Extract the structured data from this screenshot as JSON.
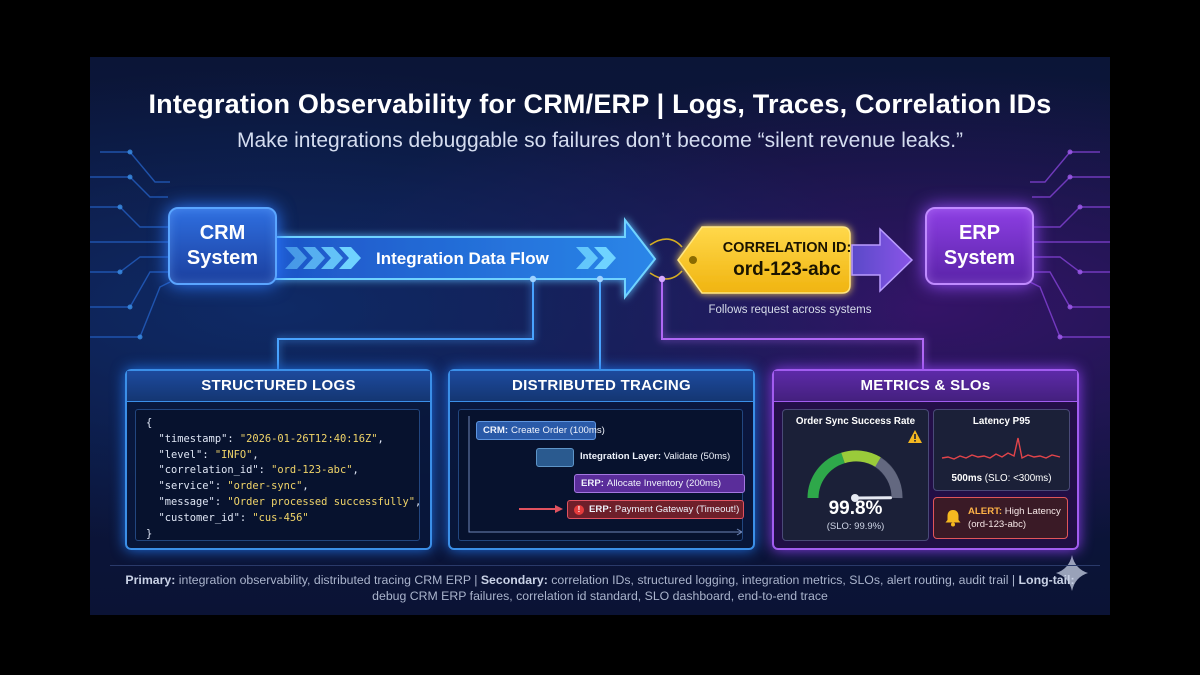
{
  "header": {
    "title": "Integration Observability for CRM/ERP | Logs, Traces, Correlation IDs",
    "subtitle": "Make integrations debuggable so failures don’t become “silent revenue leaks.”"
  },
  "flow": {
    "crm": {
      "line1": "CRM",
      "line2": "System"
    },
    "erp": {
      "line1": "ERP",
      "line2": "System"
    },
    "label": "Integration Data Flow",
    "correlation_label": "CORRELATION ID:",
    "correlation_id": "ord-123-abc",
    "follows_note": "Follows request across systems"
  },
  "logs": {
    "title": "STRUCTURED LOGS",
    "open_brace": "{",
    "close_brace": "}",
    "lines": [
      {
        "key": "\"timestamp\"",
        "value": "\"2026-01-26T12:40:16Z\"",
        "sep": ","
      },
      {
        "key": "\"level\"",
        "value": "\"INFO\"",
        "sep": ","
      },
      {
        "key": "\"correlation_id\"",
        "value": "\"ord-123-abc\"",
        "sep": ","
      },
      {
        "key": "\"service\"",
        "value": "\"order-sync\"",
        "sep": ","
      },
      {
        "key": "\"message\"",
        "value": "\"Order processed successfully\"",
        "sep": ","
      },
      {
        "key": "\"customer_id\"",
        "value": "\"cus-456\"",
        "sep": ""
      }
    ]
  },
  "tracing": {
    "title": "DISTRIBUTED TRACING",
    "spans": [
      {
        "system": "CRM:",
        "text": "Create Order (100ms)"
      },
      {
        "system": "Integration Layer:",
        "text": "Validate (50ms)"
      },
      {
        "system": "ERP:",
        "text": "Allocate Inventory (200ms)"
      },
      {
        "system": "ERP:",
        "text": "Payment Gateway (Timeout!)"
      }
    ],
    "error_mark": "!"
  },
  "metrics": {
    "title": "METRICS & SLOs",
    "success": {
      "title": "Order Sync Success Rate",
      "value": "99.8%",
      "slo": "(SLO: 99.9%)",
      "gauge_fraction": 0.998,
      "warning_icon": "warning-triangle-icon"
    },
    "latency": {
      "title": "Latency P95",
      "value": "500ms",
      "slo": "(SLO: <300ms)"
    },
    "alert": {
      "label": "ALERT:",
      "text": "High Latency",
      "id": "(ord-123-abc)",
      "icon": "bell-icon"
    }
  },
  "footer": {
    "primary_label": "Primary:",
    "primary_text": "integration observability, distributed tracing CRM ERP |",
    "secondary_label": "Secondary:",
    "secondary_text": "correlation IDs, structured logging, integration metrics, SLOs, alert routing, audit trail |",
    "longtail_label": "Long-tail:",
    "longtail_text": "debug CRM ERP failures, correlation id standard, SLO dashboard, end-to-end trace"
  },
  "colors": {
    "crm_blue": "#2f6fe0",
    "erp_purple": "#8d3fe3",
    "correlation_yellow": "#f5c518",
    "alert_red": "#e0555a"
  }
}
